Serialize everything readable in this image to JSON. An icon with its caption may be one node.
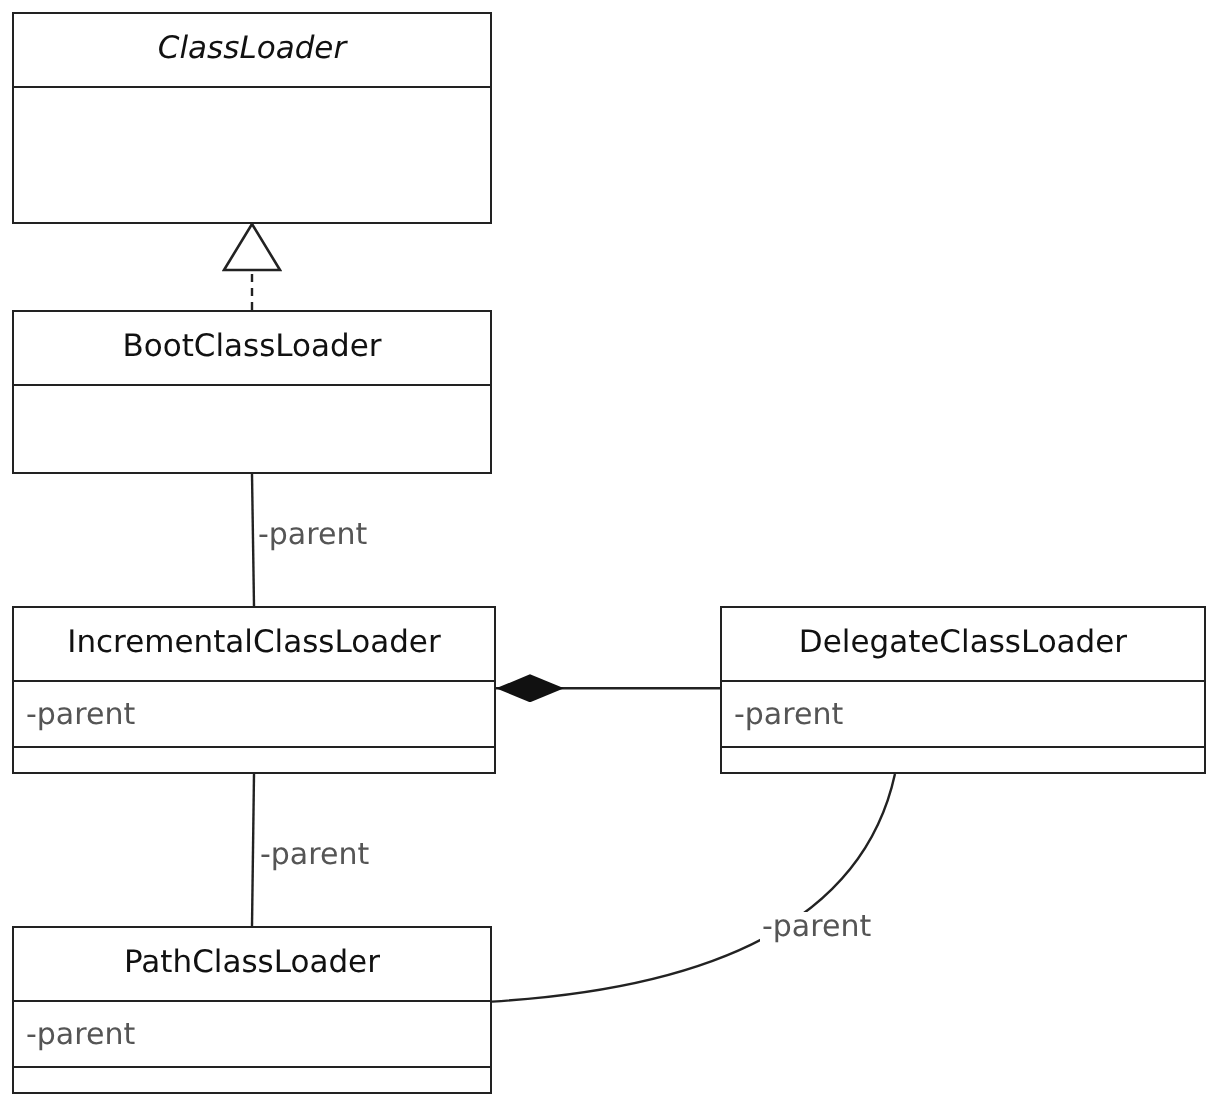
{
  "diagram": {
    "nodes": [
      {
        "text": [
          "ClassLoader"
        ]
      },
      {
        "text": [
          "BootClassLoader"
        ]
      },
      {
        "text": [
          "IncrementalClassLoader",
          "-parent"
        ]
      },
      {
        "text": [
          "DelegateClassLoader",
          "-parent"
        ]
      },
      {
        "text": [
          "PathClassLoader",
          "-parent"
        ]
      }
    ],
    "edges": [
      {
        "from": 1,
        "to": 0,
        "arrow": "to",
        "style": "dashed"
      },
      {
        "from": 1,
        "to": 2,
        "arrow": "none",
        "label": "-parent"
      },
      {
        "from": 2,
        "to": 3,
        "arrow": "other"
      },
      {
        "from": 2,
        "to": 4,
        "arrow": "none",
        "label": "-parent"
      },
      {
        "from": 4,
        "to": 3,
        "arrow": "none",
        "label": "-parent"
      }
    ]
  }
}
